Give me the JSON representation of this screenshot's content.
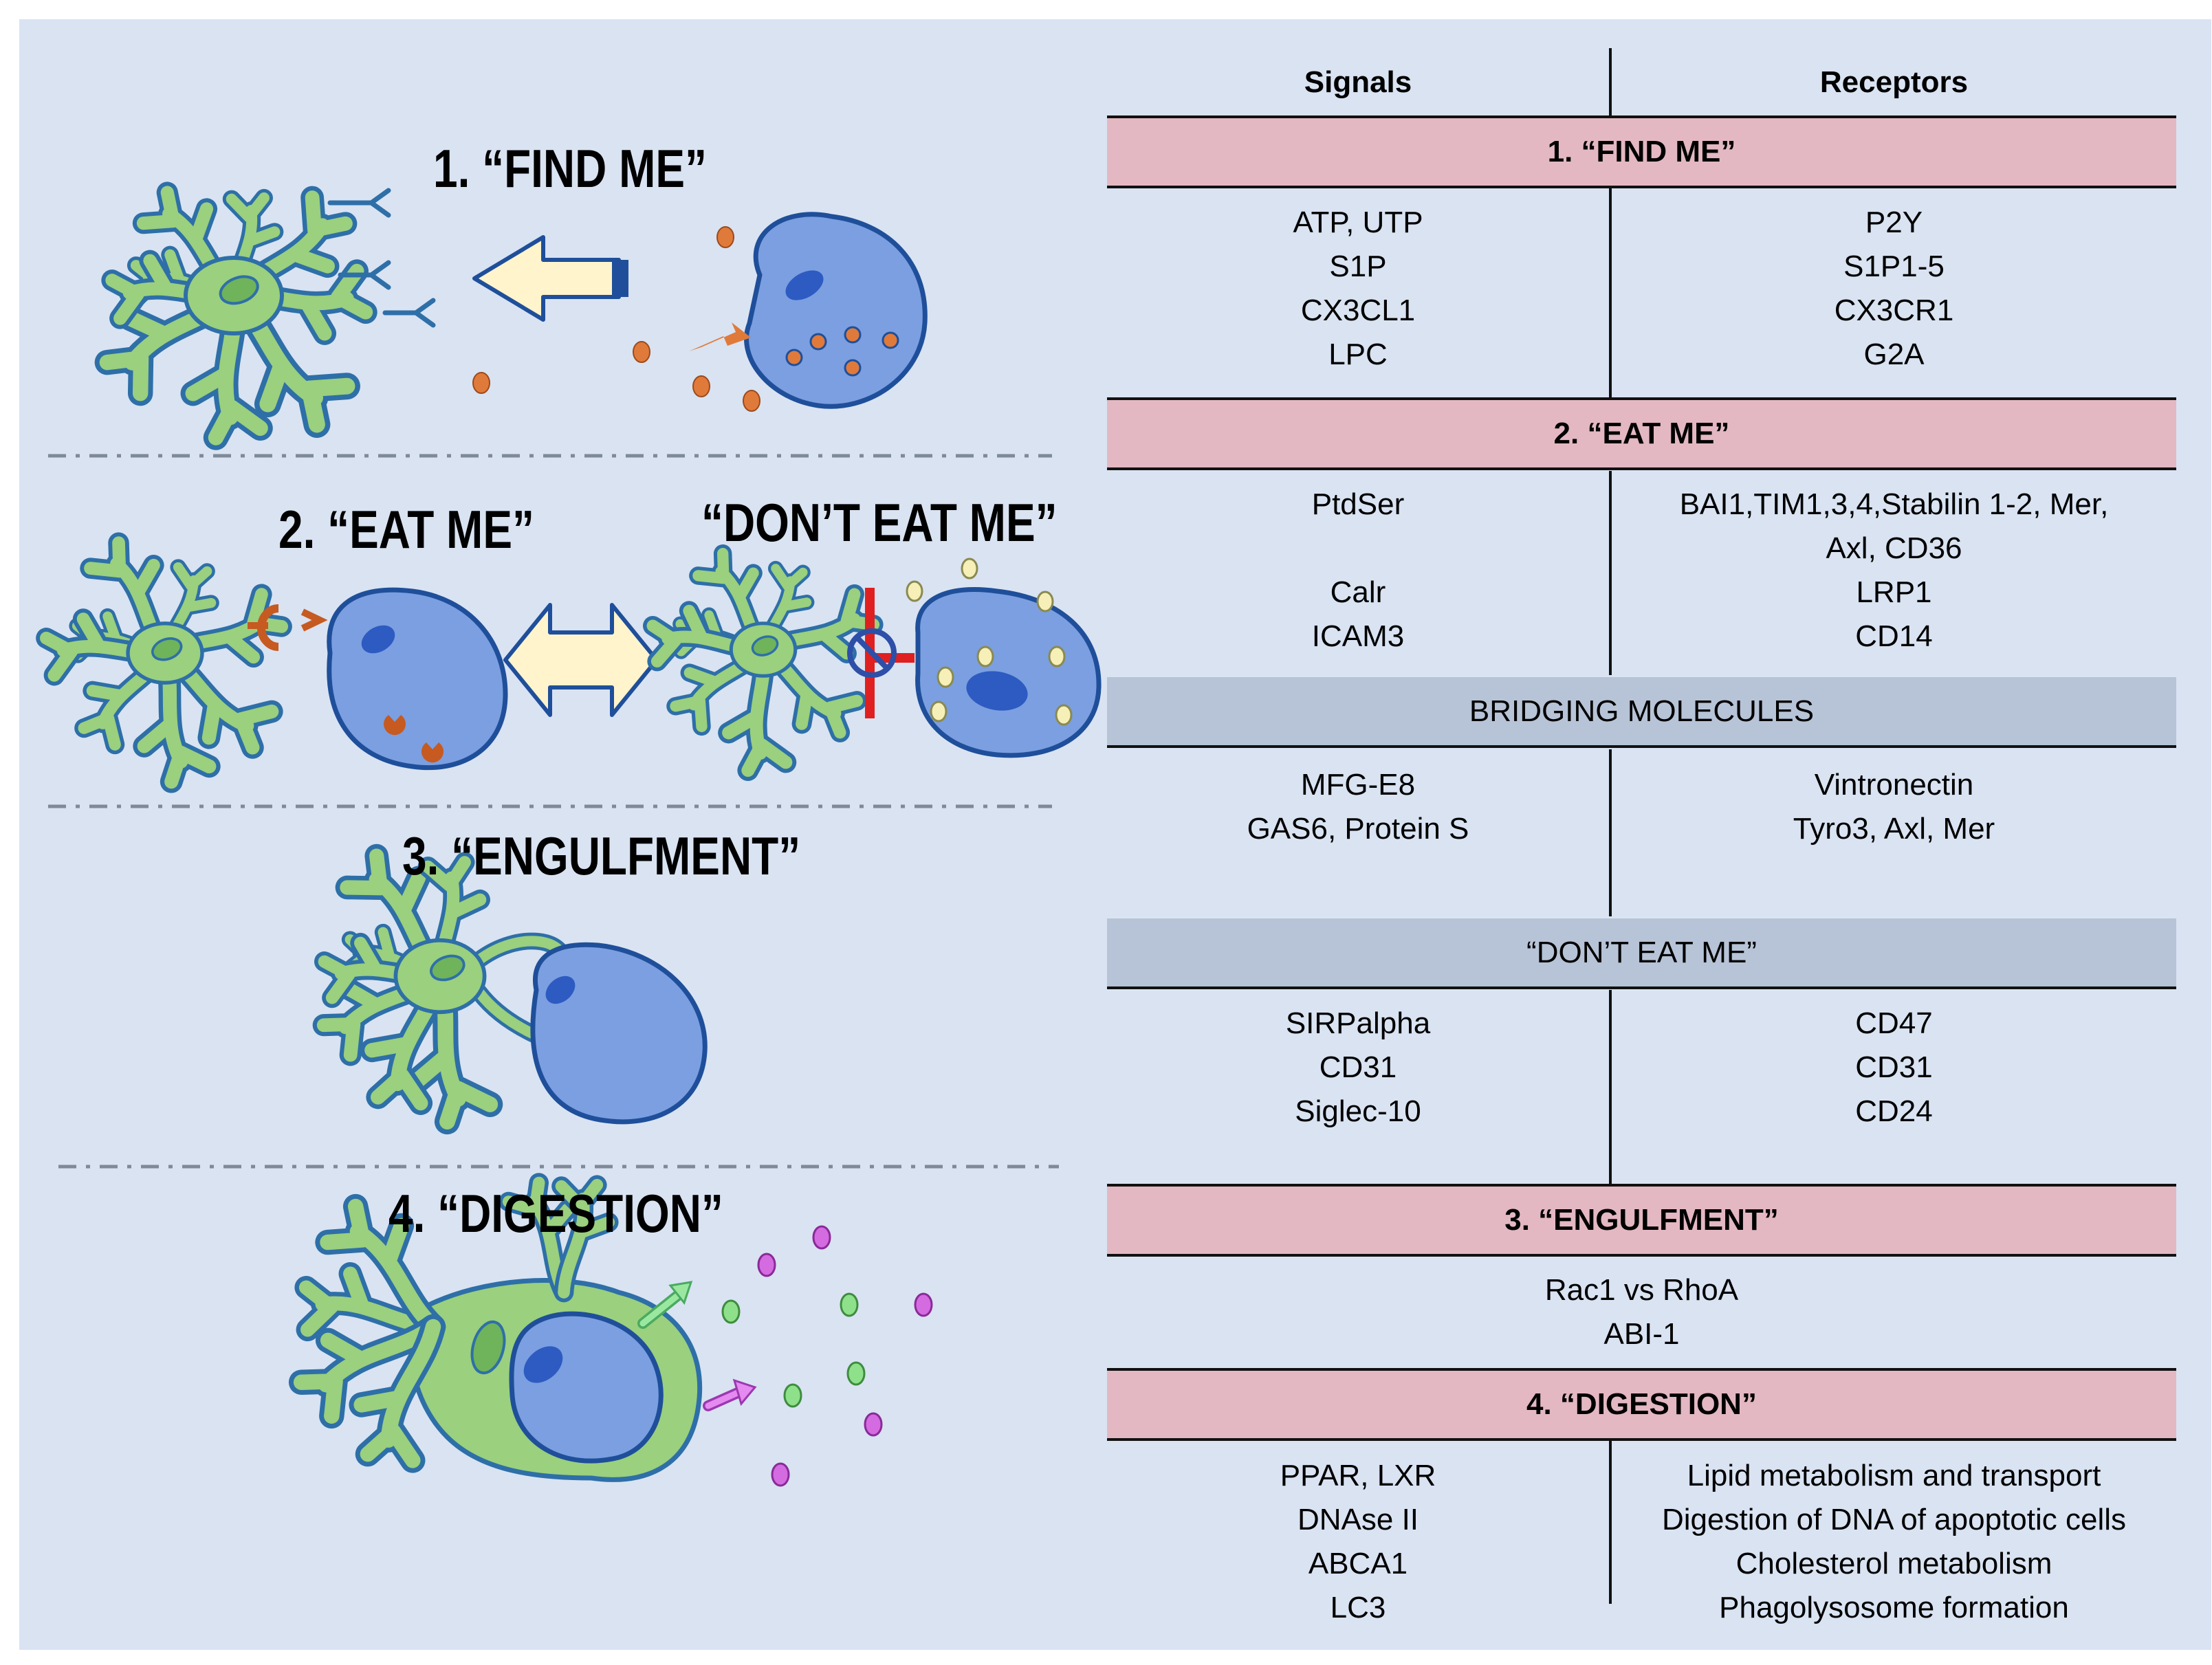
{
  "stages": {
    "find_me": "1. “FIND ME”",
    "eat_me": "2. “EAT ME”",
    "dont_eat_me": "“DON’T EAT ME”",
    "engulfment": "3. “ENGULFMENT”",
    "digestion": "4. “DIGESTION”"
  },
  "table": {
    "headers": {
      "signals": "Signals",
      "receptors": "Receptors"
    },
    "find_me": {
      "title": "1. “FIND ME”",
      "signals": [
        "ATP, UTP",
        "S1P",
        "CX3CL1",
        "LPC"
      ],
      "receptors": [
        "P2Y",
        "S1P1-5",
        "CX3CR1",
        "G2A"
      ]
    },
    "eat_me": {
      "title": "2. “EAT ME”",
      "signals": [
        "PtdSer",
        "",
        "Calr",
        "ICAM3"
      ],
      "receptors": [
        "BAI1,TIM1,3,4,Stabilin 1-2, Mer,",
        "Axl, CD36",
        "LRP1",
        "CD14"
      ]
    },
    "bridging": {
      "title": "BRIDGING MOLECULES",
      "signals": [
        "MFG-E8",
        "GAS6, Protein S"
      ],
      "receptors": [
        "Vintronectin",
        "Tyro3, Axl, Mer"
      ]
    },
    "dont_eat_me": {
      "title": "“DON’T EAT ME”",
      "signals": [
        "SIRPalpha",
        "CD31",
        "Siglec-10"
      ],
      "receptors": [
        "CD47",
        "CD31",
        "CD24"
      ]
    },
    "engulfment": {
      "title": "3. “ENGULFMENT”",
      "items": [
        "Rac1 vs RhoA",
        "ABI-1"
      ]
    },
    "digestion": {
      "title": "4. “DIGESTION”",
      "signals": [
        "PPAR, LXR",
        "DNAse II",
        "ABCA1",
        "LC3"
      ],
      "receptors": [
        "Lipid metabolism and transport",
        "Digestion of DNA of apoptotic cells",
        "Cholesterol metabolism",
        "Phagolysosome formation"
      ]
    }
  },
  "colors": {
    "background": "#d9e3f2",
    "phagocyte": "#9ad07e",
    "phagocyte_outline": "#2e6fa8",
    "apoptotic_cell": "#7b9fe0",
    "apoptotic_outline": "#1f4f9a",
    "find_me_signal": "#e07a3a",
    "dont_eat_me_signal": "#f6f0b8",
    "block_symbol": "#e02020",
    "pink_band": "#e3b8c2",
    "grey_band": "#b7c3d6",
    "digestion_green": "#8fe08a",
    "digestion_purple": "#d46be0"
  },
  "icons": [
    "phagocyte-icon",
    "apoptotic-cell-icon",
    "left-arrow-icon",
    "double-arrow-icon",
    "receptor-icon",
    "block-icon"
  ]
}
